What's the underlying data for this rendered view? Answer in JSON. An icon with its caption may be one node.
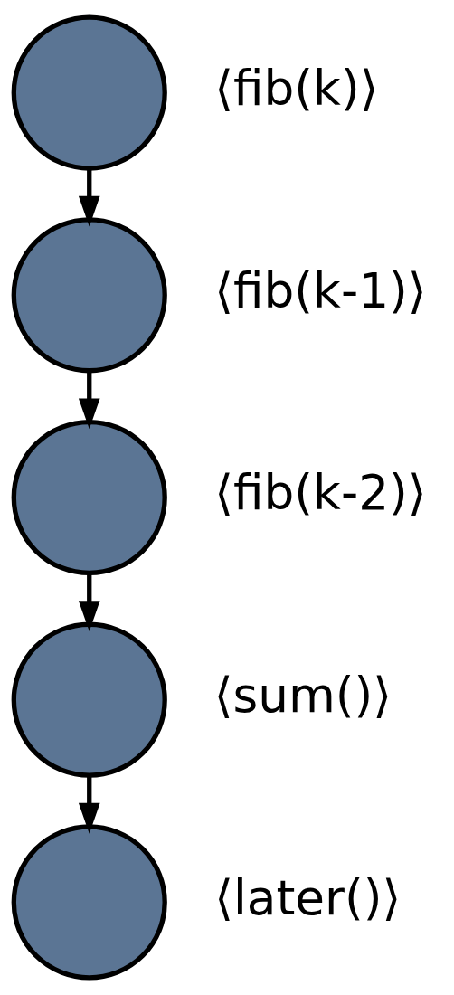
{
  "diagram": {
    "nodes": [
      {
        "text": [],
        "shape": "circle",
        "beside": [
          "⟨fib(k)⟩"
        ]
      },
      {
        "text": [],
        "shape": "circle",
        "beside": [
          "⟨fib(k-1)⟩"
        ]
      },
      {
        "text": [],
        "shape": "circle",
        "beside": [
          "⟨fib(k-2)⟩"
        ]
      },
      {
        "text": [],
        "shape": "circle",
        "beside": [
          "⟨sum()⟩"
        ]
      },
      {
        "text": [],
        "shape": "circle",
        "beside": [
          "⟨later()⟩"
        ]
      }
    ],
    "edges": [
      {
        "from": 0,
        "to": 1,
        "arrow": "to"
      },
      {
        "from": 1,
        "to": 2,
        "arrow": "to"
      },
      {
        "from": 2,
        "to": 3,
        "arrow": "to"
      },
      {
        "from": 3,
        "to": 4,
        "arrow": "to"
      }
    ]
  }
}
